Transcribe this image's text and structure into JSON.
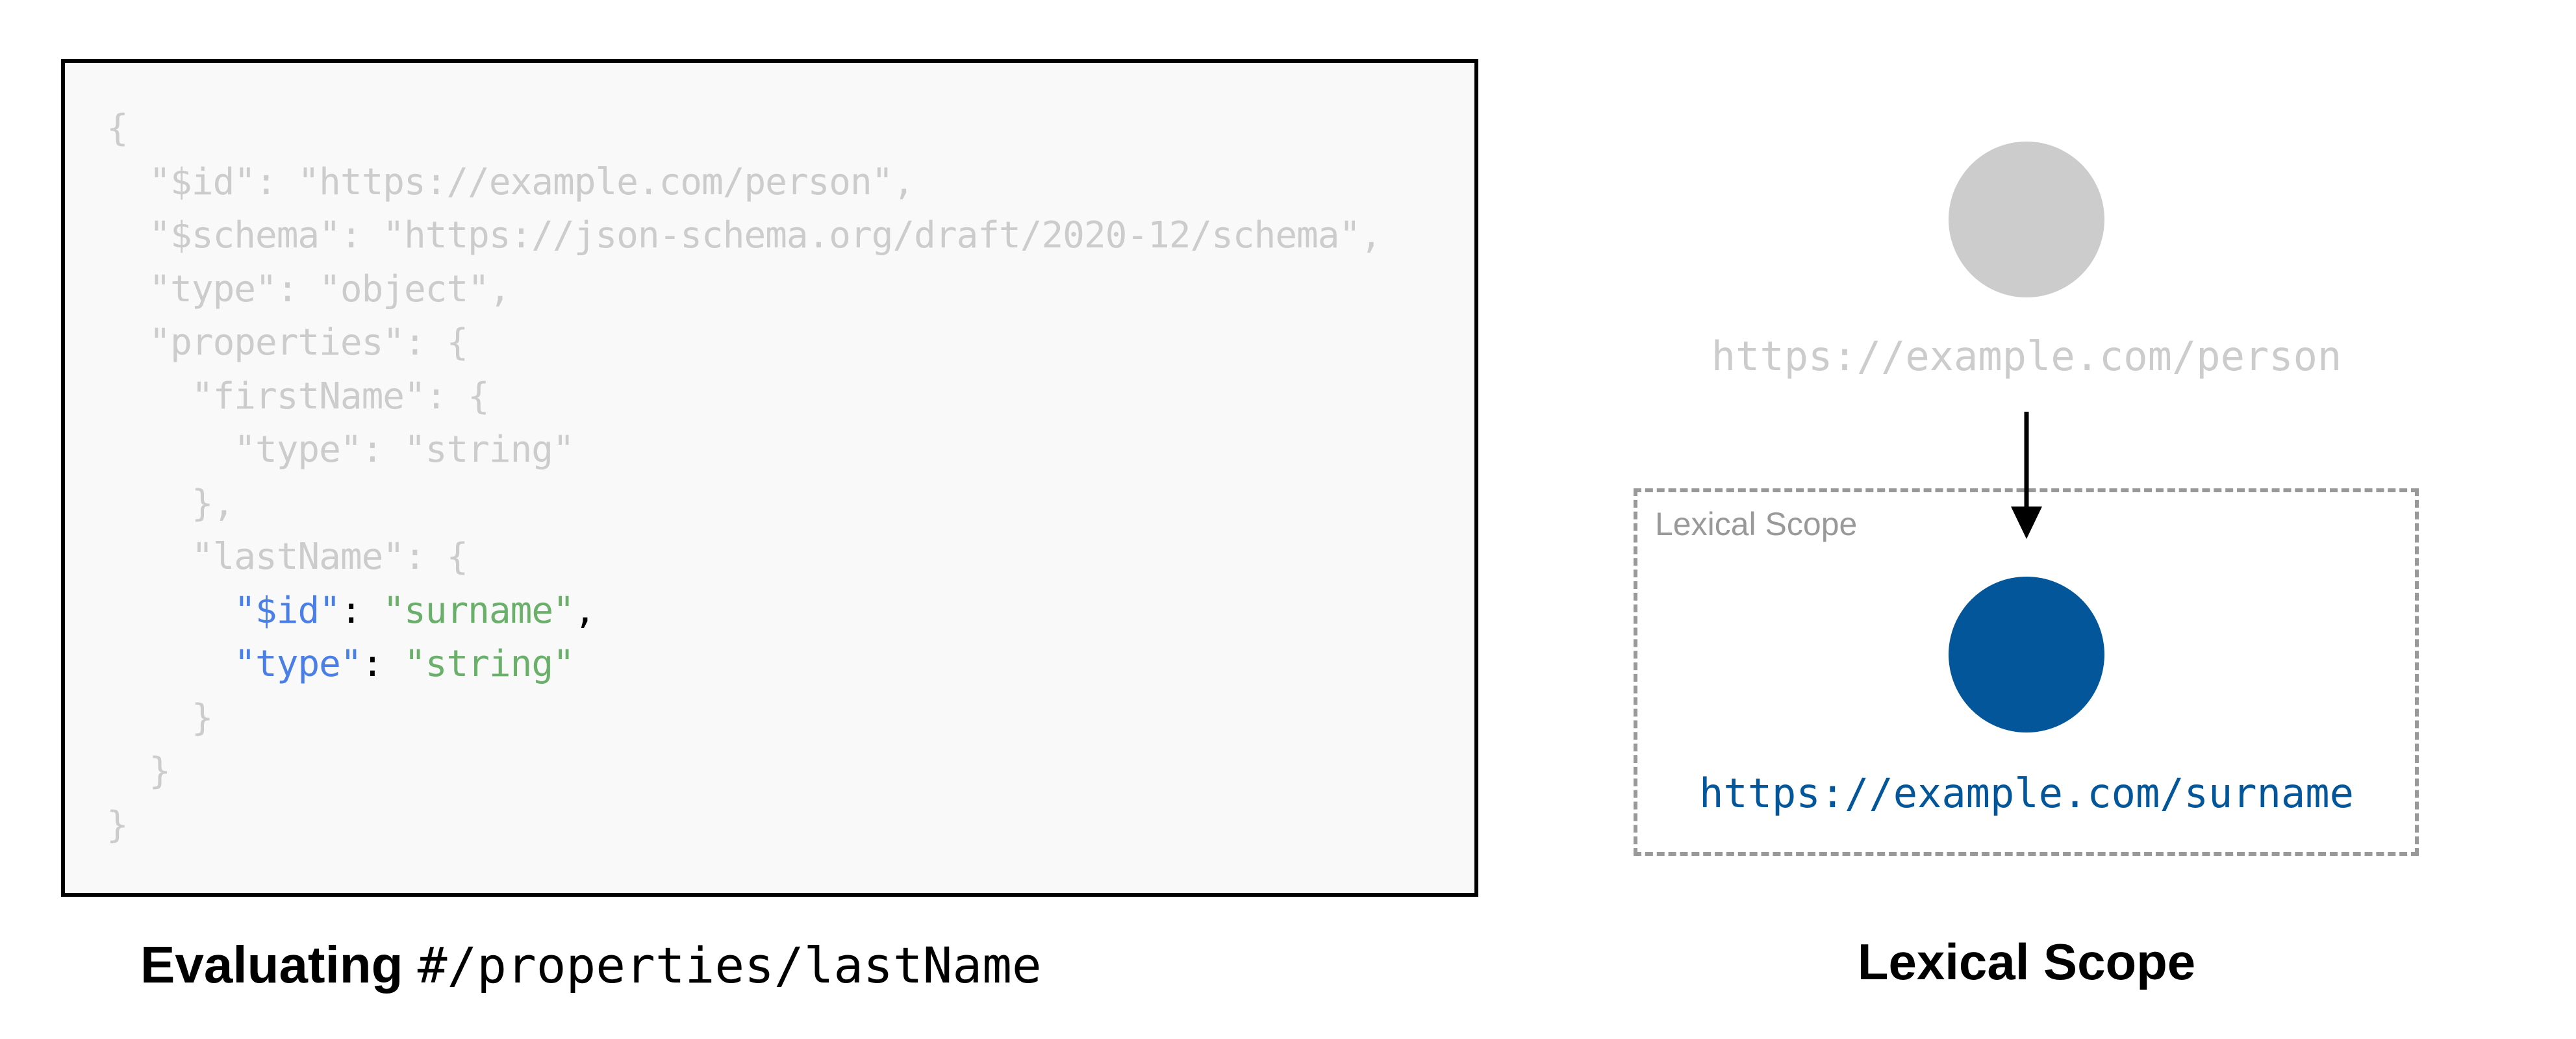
{
  "code": {
    "lines": [
      "{",
      "  \"$id\": \"https://example.com/person\",",
      "  \"$schema\": \"https://json-schema.org/draft/2020-12/schema\",",
      "  \"type\": \"object\",",
      "  \"properties\": {",
      "    \"firstName\": {",
      "      \"type\": \"string\"",
      "    },",
      "    \"lastName\": {",
      "      ",
      "      ",
      "    }",
      "  }",
      "}"
    ],
    "highlighted": {
      "id_key": "\"$id\"",
      "id_value": "\"surname\"",
      "type_key": "\"type\"",
      "type_value": "\"string\"",
      "colon": ": ",
      "comma": ","
    }
  },
  "caption": {
    "bold": "Evaluating",
    "pointer": "#/properties/lastName"
  },
  "diagram": {
    "parent_uri": "https://example.com/person",
    "scope_label": "Lexical Scope",
    "child_uri": "https://example.com/surname",
    "title": "Lexical Scope"
  },
  "colors": {
    "inactive": "#cccccc",
    "active": "#035699",
    "key": "#4a7fe8",
    "string": "#6aaf6a"
  }
}
